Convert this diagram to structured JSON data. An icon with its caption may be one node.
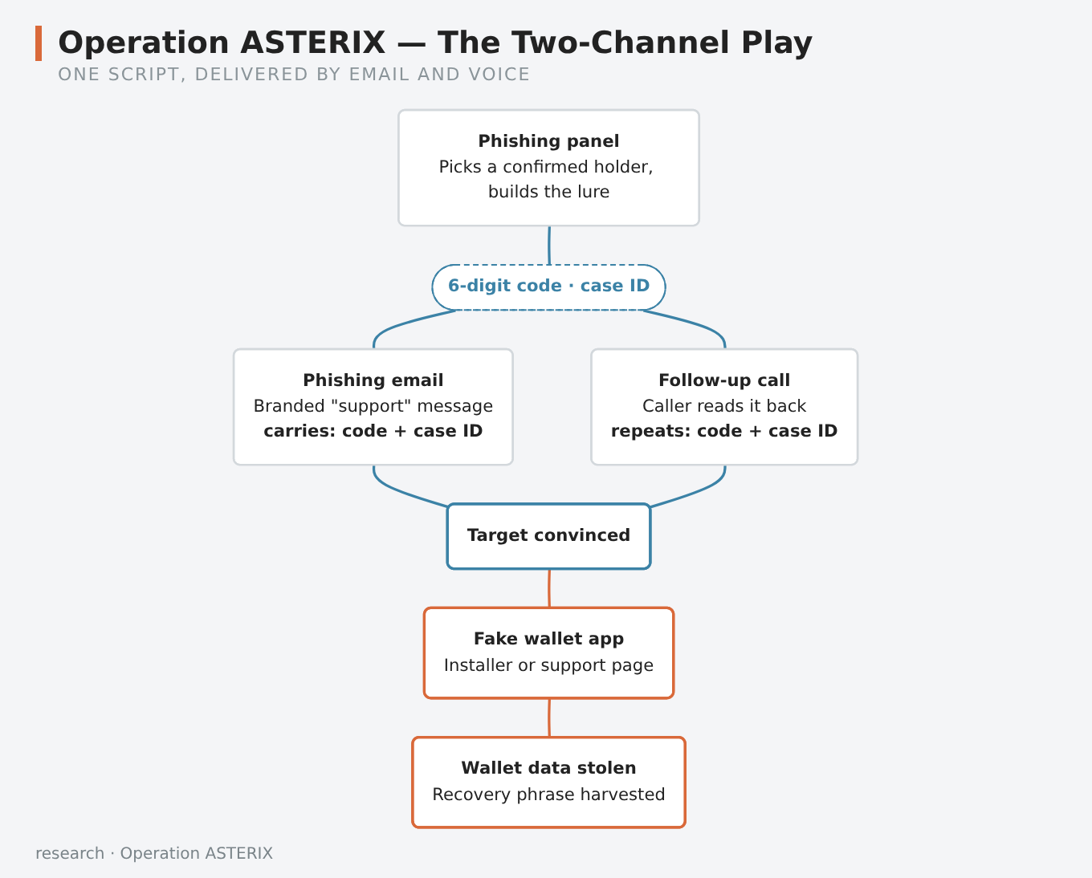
{
  "diagram": {
    "title": "Operation ASTERIX — The Two-Channel Play",
    "nodes": [
      {
        "text": [
          "Phishing panel",
          "Picks a confirmed holder, builds the lure"
        ]
      },
      {
        "text": [
          "6-digit code · case ID"
        ]
      },
      {
        "text": [
          "Phishing email",
          "Branded \"support\" message",
          "carries: code + case ID"
        ]
      },
      {
        "text": [
          "Follow-up call",
          "Caller reads it back",
          "repeats: code + case ID"
        ]
      },
      {
        "text": [
          "Target convinced"
        ]
      },
      {
        "text": [
          "Fake wallet app",
          "Installer or support page"
        ]
      },
      {
        "text": [
          "Wallet data stolen",
          "Recovery phrase harvested"
        ]
      }
    ],
    "edges": [
      {
        "from": 0,
        "to": 1,
        "arrow": "none"
      },
      {
        "from": 1,
        "to": 2,
        "arrow": "none"
      },
      {
        "from": 1,
        "to": 3,
        "arrow": "none"
      },
      {
        "from": 2,
        "to": 4,
        "arrow": "none"
      },
      {
        "from": 3,
        "to": 4,
        "arrow": "none"
      },
      {
        "from": 4,
        "to": 5,
        "arrow": "none",
        "color": "#d9693a"
      },
      {
        "from": 5,
        "to": 6,
        "arrow": "none",
        "color": "#d9693a"
      }
    ],
    "labels": [
      "ONE SCRIPT, DELIVERED BY EMAIL AND VOICE"
    ],
    "caption": "research · Operation ASTERIX"
  }
}
